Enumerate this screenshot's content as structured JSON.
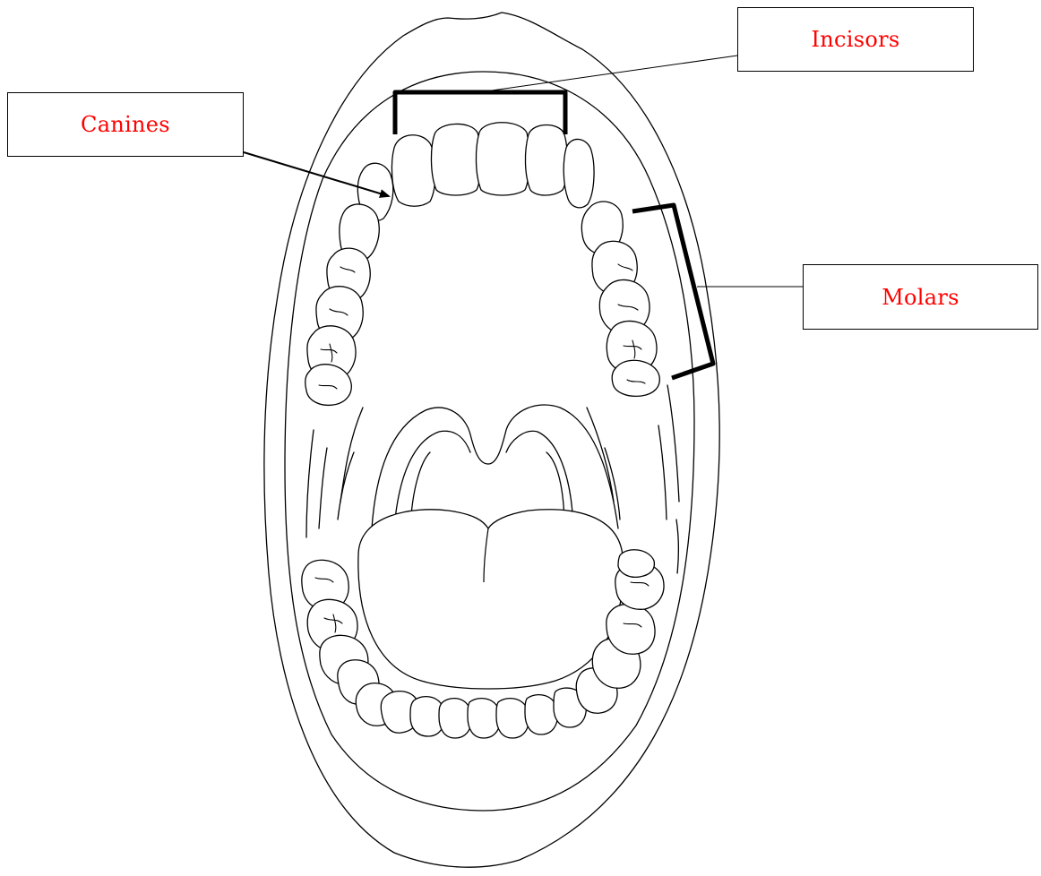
{
  "colors": {
    "label_text": "#ff0000",
    "line": "#000000",
    "background": "#ffffff"
  },
  "labels": {
    "incisors": "Incisors",
    "canines": "Canines",
    "molars": "Molars"
  }
}
